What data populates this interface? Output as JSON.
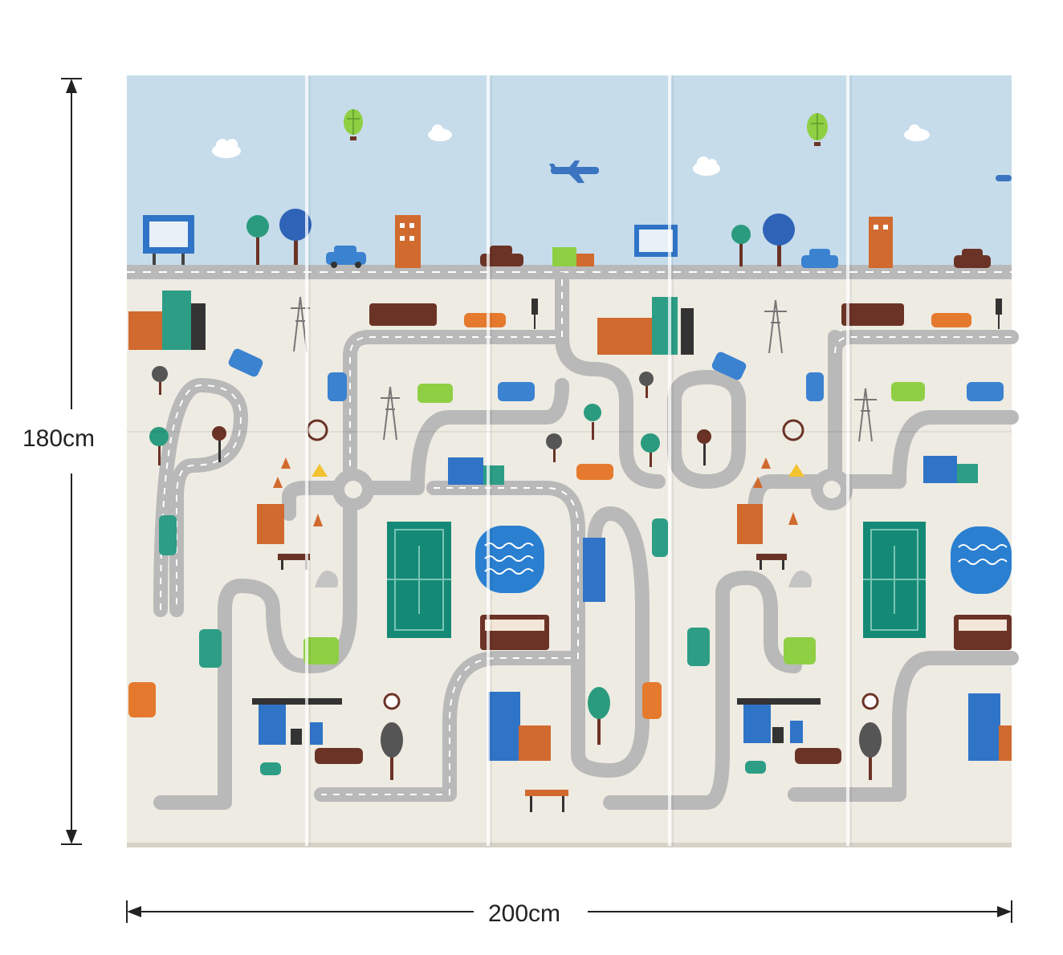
{
  "dimensions": {
    "height_label": "180cm",
    "width_label": "200cm"
  },
  "mat": {
    "panels": 5,
    "colors": {
      "sky": "#c6dcea",
      "ground": "#eeebe2",
      "road": "#b9b9b9",
      "road_line": "#ffffff",
      "court": "#148a76",
      "pond": "#2a7fd0",
      "building_blue": "#2f74c7",
      "building_orange": "#d16a2e",
      "building_teal": "#2d9d86",
      "car_blue": "#3b82d0",
      "car_brown": "#6b3326",
      "tree_green": "#2a9b7e",
      "balloon_green": "#8fcf44"
    },
    "icons": [
      "hot-air-balloon-icon",
      "airplane-icon",
      "cloud-icon",
      "tree-icon",
      "building-icon",
      "car-icon",
      "bus-icon",
      "truck-icon",
      "traffic-light-icon",
      "power-tower-icon",
      "tennis-court-icon",
      "pond-icon",
      "gas-station-icon",
      "road-sign-icon",
      "roadblock-icon"
    ]
  }
}
